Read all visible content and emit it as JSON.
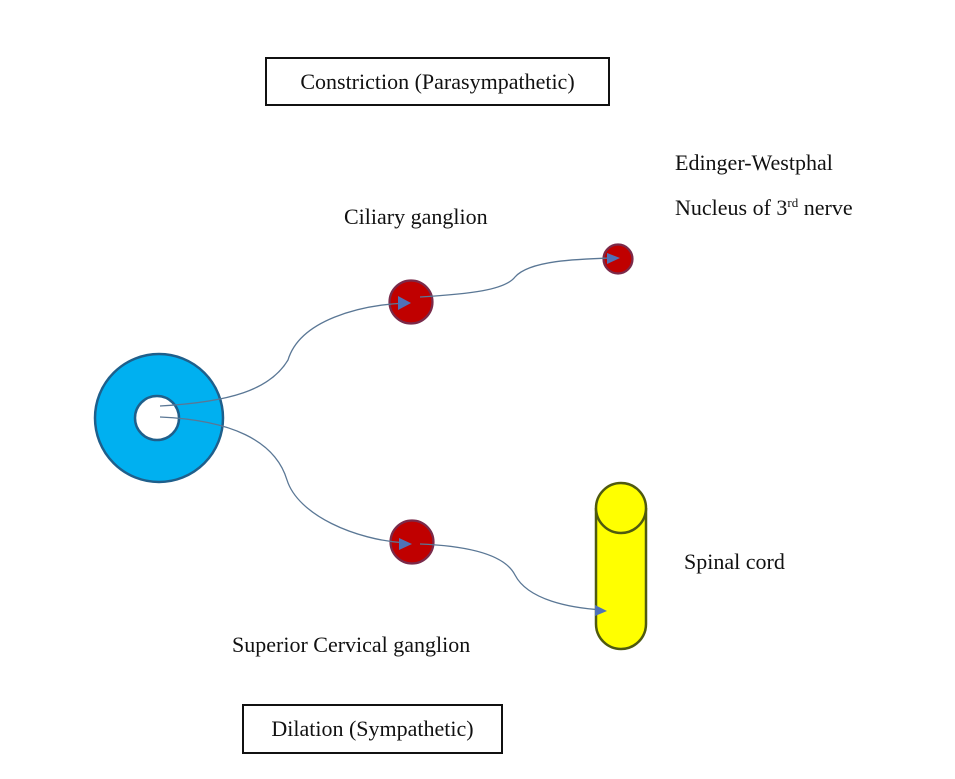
{
  "title_top": "Constriction (Parasympathetic)",
  "title_bottom": "Dilation (Sympathetic)",
  "labels": {
    "edinger_line1": "Edinger-Westphal",
    "edinger_line2_prefix": "Nucleus of 3",
    "edinger_line2_sup": "rd",
    "edinger_line2_suffix": " nerve",
    "ciliary": "Ciliary ganglion",
    "superior_cervical": "Superior Cervical ganglion",
    "spinal_cord": "Spinal cord"
  },
  "colors": {
    "iris": "#00b0f0",
    "iris_stroke": "#1f5f8b",
    "ganglion": "#c00000",
    "ganglion_stroke": "#7a2a4a",
    "spinal_cord": "#ffff00",
    "spinal_stroke": "#4f5a10",
    "nerve": "#5a7795",
    "arrow": "#4f72b8"
  },
  "pathways": [
    {
      "name": "parasympathetic",
      "route": [
        "Edinger-Westphal Nucleus of 3rd nerve",
        "Ciliary ganglion",
        "Pupil"
      ],
      "effect": "Constriction"
    },
    {
      "name": "sympathetic",
      "route": [
        "Spinal cord",
        "Superior Cervical ganglion",
        "Pupil"
      ],
      "effect": "Dilation"
    }
  ]
}
